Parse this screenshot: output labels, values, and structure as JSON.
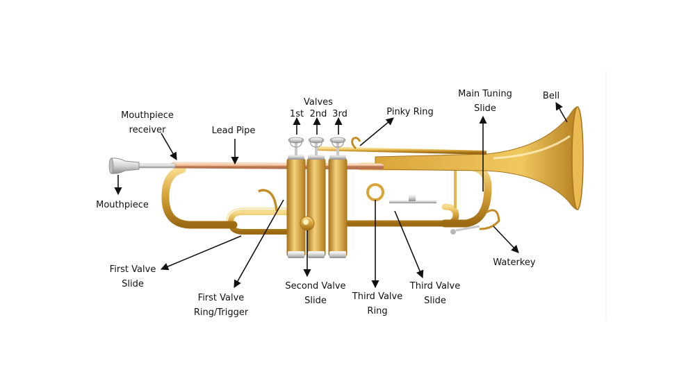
{
  "title": "",
  "colors": {
    "brass": "#d9a53a",
    "brass_light": "#f6dc8e",
    "brass_dark": "#9c6a12",
    "copper": "#e2a27a",
    "silver": "#d4d4d4",
    "arrow": "#111111"
  },
  "labels": {
    "mouthpiece_receiver": [
      "Mouthpiece",
      "receiver"
    ],
    "lead_pipe": "Lead Pipe",
    "valves": "Valves",
    "valve_1st": "1st",
    "valve_2nd": "2nd",
    "valve_3rd": "3rd",
    "pinky_ring": "Pinky Ring",
    "main_tuning_slide": [
      "Main Tuning",
      "Slide"
    ],
    "bell": "Bell",
    "mouthpiece": "Mouthpiece",
    "first_valve_slide": [
      "First Valve",
      "Slide"
    ],
    "first_valve_ring": [
      "First Valve",
      "Ring/Trigger"
    ],
    "second_valve_slide": [
      "Second Valve",
      "Slide"
    ],
    "third_valve_ring": [
      "Third Valve",
      "Ring"
    ],
    "third_valve_slide": [
      "Third Valve",
      "Slide"
    ],
    "waterkey": "Waterkey"
  }
}
